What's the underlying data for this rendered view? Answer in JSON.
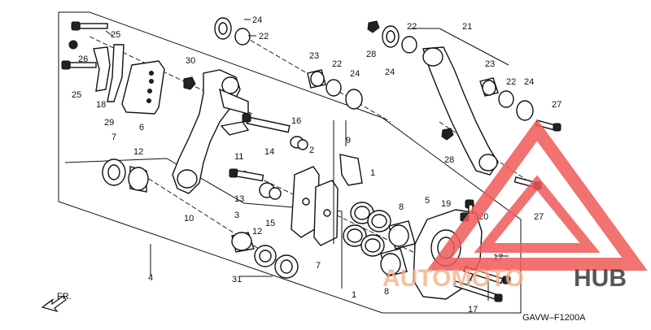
{
  "diagram": {
    "code": "GAVW–F1200A",
    "direction_label": "FR.",
    "watermark": {
      "part1": "AUTOMOTO",
      "part2": "HUB",
      "color1": "#f6b088",
      "color2": "#3a3a3a",
      "triangle_color": "#f05a5a"
    },
    "callouts": {
      "n1a": "1",
      "n1b": "1",
      "n2": "2",
      "n3": "3",
      "n4": "4",
      "n5": "5",
      "n6": "6",
      "n7a": "7",
      "n7b": "7",
      "n8a": "8",
      "n8b": "8",
      "n9": "9",
      "n10": "10",
      "n11": "11",
      "n12a": "12",
      "n12b": "12",
      "n13": "13",
      "n14": "14",
      "n15": "15",
      "n16": "16",
      "n17a": "17",
      "n17b": "17",
      "n18": "18",
      "n19": "19",
      "n20": "20",
      "n21": "21",
      "n22a": "22",
      "n22b": "22",
      "n22c": "22",
      "n22d": "22",
      "n23a": "23",
      "n23b": "23",
      "n24a": "24",
      "n24b": "24",
      "n24c": "24",
      "n24d": "24",
      "n25a": "25",
      "n25b": "25",
      "n26": "26",
      "n27a": "27",
      "n27b": "27",
      "n28a": "28",
      "n28b": "28",
      "n29": "29",
      "n30": "30",
      "n31": "31"
    }
  }
}
